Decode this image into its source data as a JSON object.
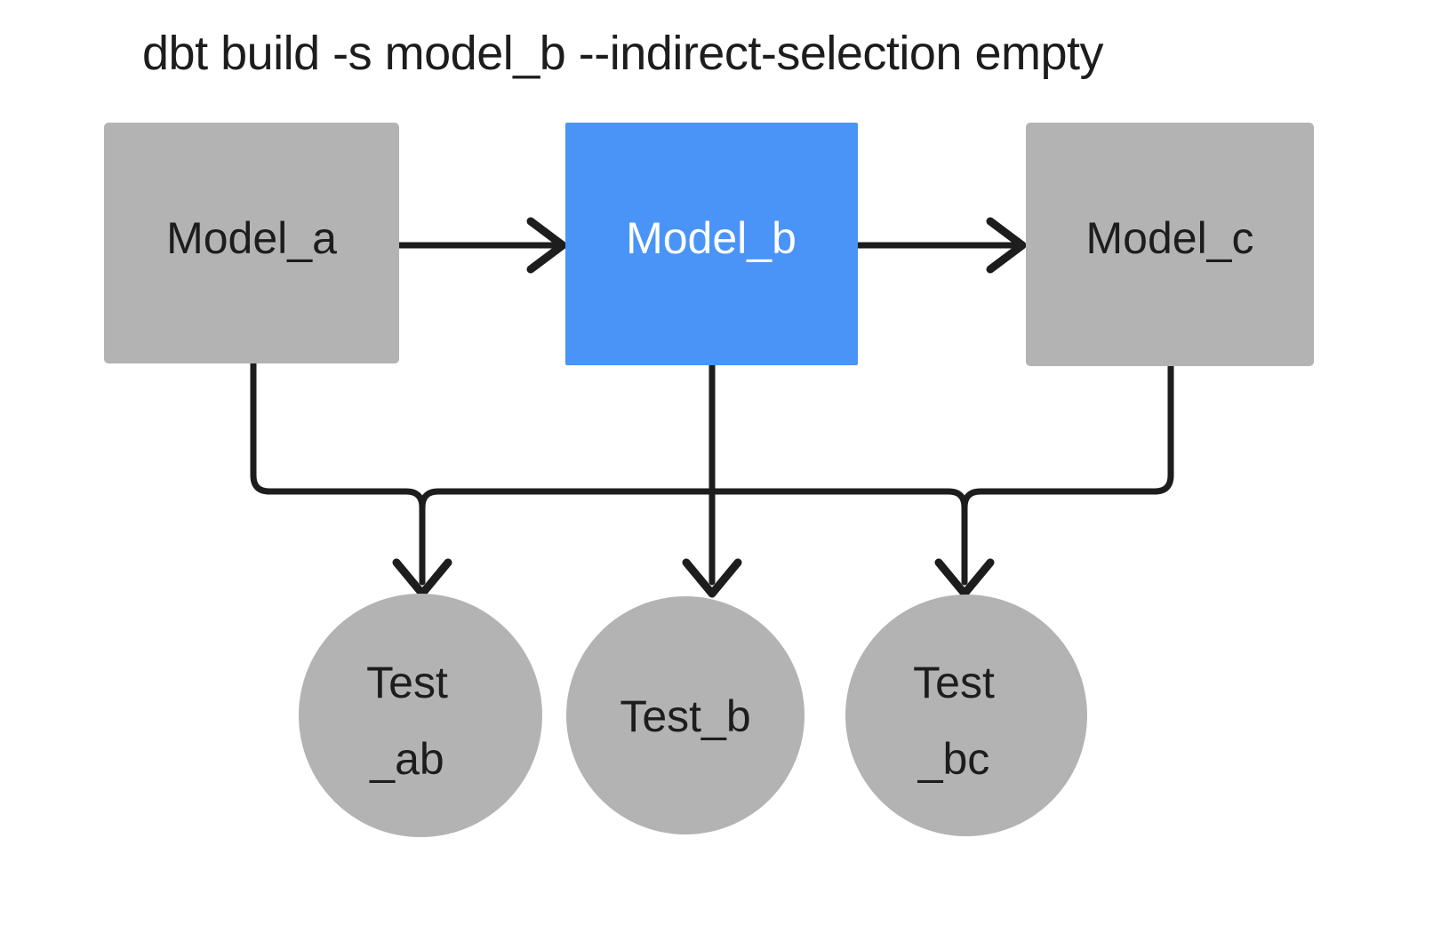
{
  "diagram": {
    "title": "dbt build -s model_b --indirect-selection empty",
    "colors": {
      "background": "#ffffff",
      "node_gray": "#b3b3b3",
      "node_selected_blue": "#4a94f7",
      "edge": "#1d1d1d",
      "label_dark": "#1d1d1d",
      "label_light": "#ffffff"
    },
    "models": [
      {
        "id": "model_a",
        "label": "Model_a",
        "shape": "rect",
        "state": "unselected",
        "fill": "#b3b3b3",
        "text_color": "#1d1d1d"
      },
      {
        "id": "model_b",
        "label": "Model_b",
        "shape": "rect",
        "state": "selected",
        "fill": "#4a94f7",
        "text_color": "#ffffff"
      },
      {
        "id": "model_c",
        "label": "Model_c",
        "shape": "rect",
        "state": "unselected",
        "fill": "#b3b3b3",
        "text_color": "#1d1d1d"
      }
    ],
    "tests": [
      {
        "id": "test_ab",
        "label": "Test_ab",
        "line1": "Test",
        "line2": "_ab",
        "shape": "circle",
        "state": "unselected",
        "fill": "#b3b3b3",
        "text_color": "#1d1d1d"
      },
      {
        "id": "test_b",
        "label": "Test_b",
        "line1": "Test_b",
        "line2": "",
        "shape": "circle",
        "state": "unselected",
        "fill": "#b3b3b3",
        "text_color": "#1d1d1d"
      },
      {
        "id": "test_bc",
        "label": "Test_bc",
        "line1": "Test",
        "line2": "_bc",
        "shape": "circle",
        "state": "unselected",
        "fill": "#b3b3b3",
        "text_color": "#1d1d1d"
      }
    ],
    "edges": [
      {
        "id": "model_a-to-model_b",
        "from": "model_a",
        "to": "model_b",
        "style": "straight-horizontal"
      },
      {
        "id": "model_b-to-model_c",
        "from": "model_b",
        "to": "model_c",
        "style": "straight-horizontal"
      },
      {
        "id": "model_a-to-test_ab",
        "from": "model_a",
        "to": "test_ab",
        "style": "elbow"
      },
      {
        "id": "model_b-to-test_ab",
        "from": "model_b",
        "to": "test_ab",
        "style": "elbow"
      },
      {
        "id": "model_b-to-test_b",
        "from": "model_b",
        "to": "test_b",
        "style": "straight-vertical"
      },
      {
        "id": "model_b-to-test_bc",
        "from": "model_b",
        "to": "test_bc",
        "style": "elbow"
      },
      {
        "id": "model_c-to-test_bc",
        "from": "model_c",
        "to": "test_bc",
        "style": "elbow"
      }
    ]
  }
}
